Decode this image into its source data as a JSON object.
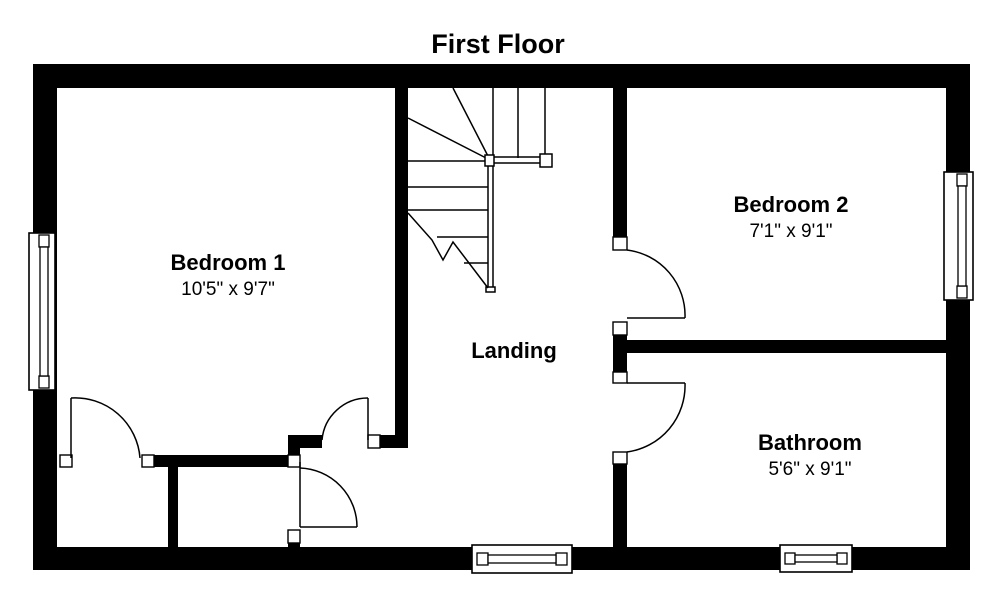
{
  "title": "First Floor",
  "rooms": {
    "bedroom1": {
      "name": "Bedroom 1",
      "dimensions": "10'5\" x 9'7\""
    },
    "bedroom2": {
      "name": "Bedroom 2",
      "dimensions": "7'1\" x 9'1\""
    },
    "landing": {
      "name": "Landing"
    },
    "bathroom": {
      "name": "Bathroom",
      "dimensions": "5'6\" x 9'1\""
    }
  },
  "colors": {
    "wall": "#000000",
    "line": "#000000",
    "background": "#ffffff"
  }
}
